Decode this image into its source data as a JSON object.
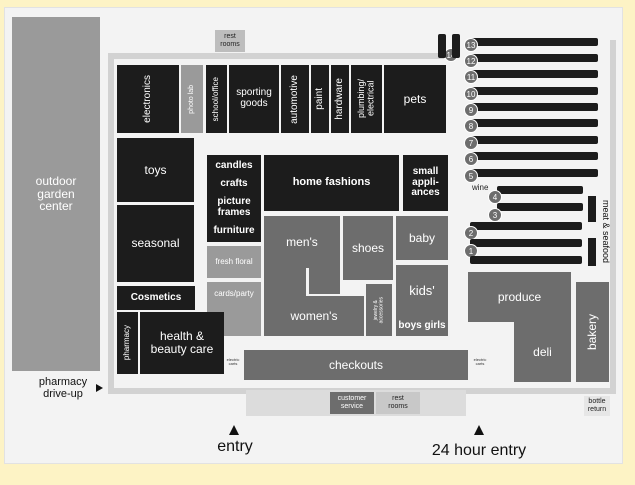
{
  "departments": {
    "outdoor_garden_center": "outdoor\ngarden\ncenter",
    "rest_rooms_top": "rest\nrooms",
    "electronics": "electronics",
    "photo_lab": "photo lab",
    "school_office": "school/office",
    "sporting_goods": "sporting\ngoods",
    "automotive": "automotive",
    "paint": "paint",
    "hardware": "hardware",
    "plumbing_electrical": "plumbing/\nelectrical",
    "pets": "pets",
    "toys": "toys",
    "candles": "candles",
    "crafts": "crafts",
    "picture_frames": "picture\nframes",
    "furniture": "furniture",
    "home_fashions": "home fashions",
    "small_appliances": "small\nappli-\nances",
    "seasonal": "seasonal",
    "fresh_floral": "fresh floral",
    "cards_party": "cards/party",
    "mens": "men's",
    "shoes": "shoes",
    "baby": "baby",
    "womens": "women's",
    "jewelry_accessories": "jewelry &\naccessories",
    "kids": "kids'",
    "boys_girls": "boys girls",
    "cosmetics": "Cosmetics",
    "pharmacy": "pharmacy",
    "health_beauty": "health &\nbeauty care",
    "electric_carts_left": "electric\ncarts",
    "checkouts": "checkouts",
    "electric_carts_right": "electric\ncarts",
    "customer_service": "customer\nservice",
    "rest_rooms_bottom": "rest\nrooms",
    "wine": "wine",
    "meat_seafood": "meat & seafood",
    "produce": "produce",
    "deli": "deli",
    "bakery": "bakery",
    "bottle_return": "bottle\nreturn"
  },
  "aisles": [
    "14",
    "13",
    "12",
    "11",
    "10",
    "9",
    "8",
    "7",
    "6",
    "5",
    "4",
    "3",
    "2",
    "1"
  ],
  "labels": {
    "pharmacy_drive_up": "pharmacy\ndrive-up",
    "entry": "entry",
    "entry_24": "24 hour entry"
  },
  "colors": {
    "background": "#fdf3c5",
    "floor": "#f3f3f3",
    "dark": "#1c1c1c",
    "medium": "#6d6d6d",
    "light": "#9a9a9a",
    "pale": "#c8c8c8"
  }
}
